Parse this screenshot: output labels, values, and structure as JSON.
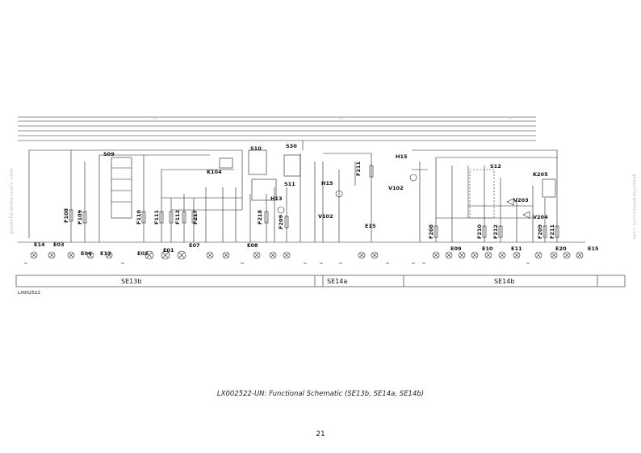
{
  "diagram": {
    "code": "LX002522",
    "components_top": [
      {
        "id": "s09",
        "label": "S09"
      },
      {
        "id": "k104",
        "label": "K104"
      },
      {
        "id": "s10",
        "label": "S10"
      },
      {
        "id": "s30",
        "label": "S30"
      },
      {
        "id": "s11",
        "label": "S11"
      },
      {
        "id": "h13",
        "label": "H13"
      },
      {
        "id": "h15a",
        "label": "H15"
      },
      {
        "id": "f211a",
        "label": "F211"
      },
      {
        "id": "v102a",
        "label": "V102"
      },
      {
        "id": "h15b",
        "label": "H15"
      },
      {
        "id": "v102b",
        "label": "V102"
      },
      {
        "id": "s12",
        "label": "S12"
      },
      {
        "id": "k205",
        "label": "K205"
      },
      {
        "id": "v203",
        "label": "V203"
      },
      {
        "id": "v204",
        "label": "V204"
      }
    ],
    "fuses": [
      {
        "id": "f108",
        "label": "F108"
      },
      {
        "id": "f109",
        "label": "F109"
      },
      {
        "id": "f110",
        "label": "F110"
      },
      {
        "id": "f111",
        "label": "F111"
      },
      {
        "id": "f112",
        "label": "F112"
      },
      {
        "id": "f217",
        "label": "F217"
      },
      {
        "id": "f218",
        "label": "F218"
      },
      {
        "id": "f209",
        "label": "F209"
      },
      {
        "id": "f208",
        "label": "F208"
      },
      {
        "id": "f210",
        "label": "F210"
      },
      {
        "id": "f212",
        "label": "F212"
      },
      {
        "id": "f209b",
        "label": "F209"
      },
      {
        "id": "f211b",
        "label": "F211"
      }
    ],
    "lamps": [
      {
        "id": "e14",
        "label": "E14"
      },
      {
        "id": "e03",
        "label": "E03"
      },
      {
        "id": "e04",
        "label": "E04"
      },
      {
        "id": "e13",
        "label": "E13"
      },
      {
        "id": "e02",
        "label": "E02"
      },
      {
        "id": "e01",
        "label": "E01"
      },
      {
        "id": "e07",
        "label": "E07"
      },
      {
        "id": "e08",
        "label": "E08"
      },
      {
        "id": "e15a",
        "label": "E15"
      },
      {
        "id": "e09",
        "label": "E09"
      },
      {
        "id": "e10",
        "label": "E10"
      },
      {
        "id": "e11",
        "label": "E11"
      },
      {
        "id": "e20",
        "label": "E20"
      },
      {
        "id": "e15b",
        "label": "E15"
      }
    ],
    "sections": [
      {
        "id": "se13b",
        "label": "SE13b"
      },
      {
        "id": "se14a",
        "label": "SE14a"
      },
      {
        "id": "se14b",
        "label": "SE14b"
      }
    ]
  },
  "watermark": "greenfarmmanuals.com",
  "caption": "LX002522-UN: Functional Schematic (SE13b, SE14a, SE14b)",
  "page_number": "21"
}
